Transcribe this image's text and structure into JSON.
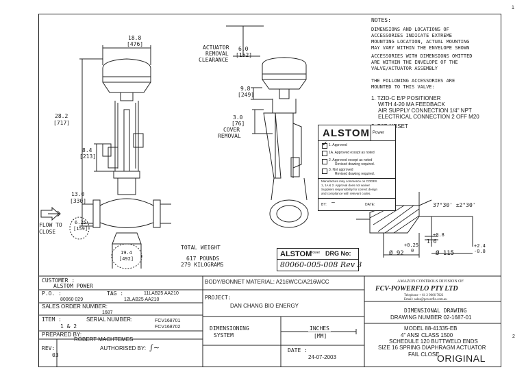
{
  "page": {
    "corner_mark_right": "1",
    "corner_mark_bottom": "2"
  },
  "notes": {
    "header": "NOTES:",
    "lines": [
      "DIMENSIONS AND LOCATIONS OF",
      "ACCESSORIES INDICATE EXTREME",
      "MOUNTING LOCATION, ACTUAL MOUNTING",
      "MAY VARY WITHIN THE ENVELOPE SHOWN",
      "ACCESSORIES WITH DIMENSIONS OMITTED",
      "ARE WITHIN THE ENVELOPE OF THE",
      "VALVE/ACTUATOR ASSEMBLY",
      "THE FOLLOWING ACCESSORIES ARE",
      "MOUNTED TO THIS VALVE:",
      "1. TZID-C E/P POSITIONER",
      "WITH 4-20 MA FEEDBACK",
      "AIR SUPPLY CONNECTION 1/4\" NPT",
      "ELECTRICAL CONNECTION 2 OFF M20",
      "2. B07 AIRSET"
    ]
  },
  "dims": {
    "top_width": "18.8",
    "top_width_mm": "[476]",
    "height": "28.2",
    "height_mm": "[717]",
    "posit_h": "8.4",
    "posit_h_mm": "[213]",
    "bottom_h": "13.0",
    "bottom_h_mm": "[330]",
    "pipe_dia": "6.25",
    "pipe_dia_mm": "[159]",
    "face": "19.4",
    "face_mm": "[492]",
    "act_removal_1": "ACTUATOR",
    "act_removal_2": "REMOVAL",
    "act_removal_3": "CLEARANCE",
    "act_removal_val": "6.0",
    "act_removal_mm": "[152]",
    "side_w": "9.8",
    "side_w_mm": "[249]",
    "cover_val": "3.0",
    "cover_mm": "[76]",
    "cover_1": "COVER",
    "cover_2": "REMOVAL",
    "flow_1": "FLOW TO",
    "flow_2": "CLOSE"
  },
  "weight": {
    "label": "TOTAL WEIGHT",
    "pounds": "617 POUNDS",
    "kg": "279 KILOGRAMS"
  },
  "approval": {
    "logo": "ALSTOM",
    "power": "Power",
    "opt1": "1.    Approved",
    "opt1a": "1A.  Approved except as noted",
    "opt2": "2.    Approved except as noted",
    "opt2b": "Revised drawing required.",
    "opt3": "3.    Not approved",
    "opt3b": "Revised drawing required.",
    "note1": "Manufacture may commence on CODES",
    "note2": "1, 1A & 2. Approval does not waiver",
    "note3": "Suppliers responsibility for correct design",
    "note4": "and compliance with relevant codes.",
    "by": "BY:",
    "date": "DATE:"
  },
  "drg": {
    "logo": "ALSTOM",
    "power": "Power",
    "label": "DRG No:",
    "number": "80060-005-008 Rev 3"
  },
  "weld": {
    "angle": "37°30' ±2°30'",
    "tol1": "+0.25",
    "tol1b": "0",
    "od": "Ø 92",
    "land": "±0.8",
    "land_val": "1.6",
    "tol2": "+2.4",
    "tol2b": "-0.8",
    "od2": "Ø 115"
  },
  "title_block": {
    "customer_label": "CUSTOMER :",
    "customer": "ALSTOM POWER",
    "po_label": "P.O. :",
    "po": "80060 029",
    "tag_label": "TAG :",
    "tag1": "11LAB25 AA210",
    "tag2": "12LAB25 AA210",
    "so_label": "SALES ORDER NUMBER:",
    "so": "1687",
    "item_label": "ITEM :",
    "item": "1 & 2",
    "serial_label": "SERIAL NUMBER:",
    "serial1": "FCV168701",
    "serial2": "FCV168702",
    "prepared_label": "PREPARED BY:",
    "prepared": "ROBERT MACHTEMES",
    "rev_label": "REV:",
    "rev": "03",
    "auth_label": "AUTHORISED BY:",
    "body_material": "BODY/BONNET MATERIAL: A216WCC/A216WCC",
    "project_label": "PROJECT:",
    "project": "DAN CHANG BIO ENERGY",
    "dim_label1": "DIMENSIONING",
    "dim_label2": "SYSTEM",
    "inches": "INCHES",
    "mm": "[MM]",
    "date_label": "DATE :",
    "date": "24-07-2003",
    "division": "AMAZON CONTROLS DIVISION OF",
    "company": "FCV-POWERFLO PTY LTD",
    "phone": "Telephone + 61 2 9666 7022",
    "email": "Email: sales@powerflo.com.au",
    "doc_type": "DIMENSIONAL DRAWING",
    "drawing_number": "DRAWING NUMBER  02-1687-01",
    "model": "MODEL 88-41335-EB",
    "desc1": "4\" ANSI CLASS 1500",
    "desc2": "SCHEDULE 120 BUTTWELD ENDS",
    "desc3": "SIZE 16 SPRING DIAPHRAGM ACTUATOR",
    "desc4": "FAIL CLOSE",
    "original": "ORIGINAL"
  }
}
